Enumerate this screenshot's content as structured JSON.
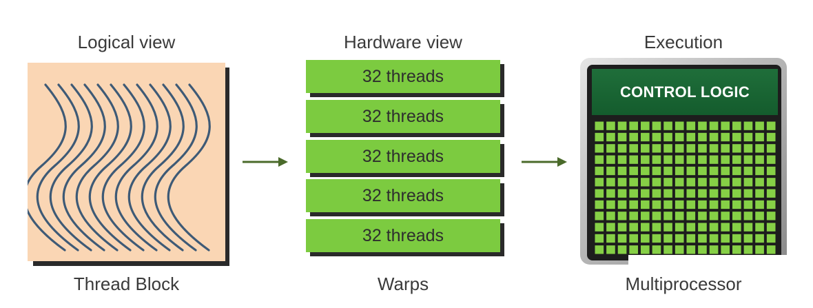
{
  "headings": {
    "logical": "Logical view",
    "hardware": "Hardware view",
    "execution": "Execution"
  },
  "captions": {
    "logical": "Thread Block",
    "hardware": "Warps",
    "execution": "Multiprocessor"
  },
  "warps": [
    {
      "label": "32 threads"
    },
    {
      "label": "32 threads"
    },
    {
      "label": "32 threads"
    },
    {
      "label": "32 threads"
    },
    {
      "label": "32 threads"
    }
  ],
  "multiprocessor": {
    "control_label": "CONTROL LOGIC"
  },
  "colors": {
    "thread_block_bg": "#fad6b4",
    "thread_line": "#3e5a76",
    "warp_green": "#7ccb40",
    "arrow": "#4a6a2a",
    "control_green": "#1b6a36",
    "core_green": "#86d046"
  }
}
